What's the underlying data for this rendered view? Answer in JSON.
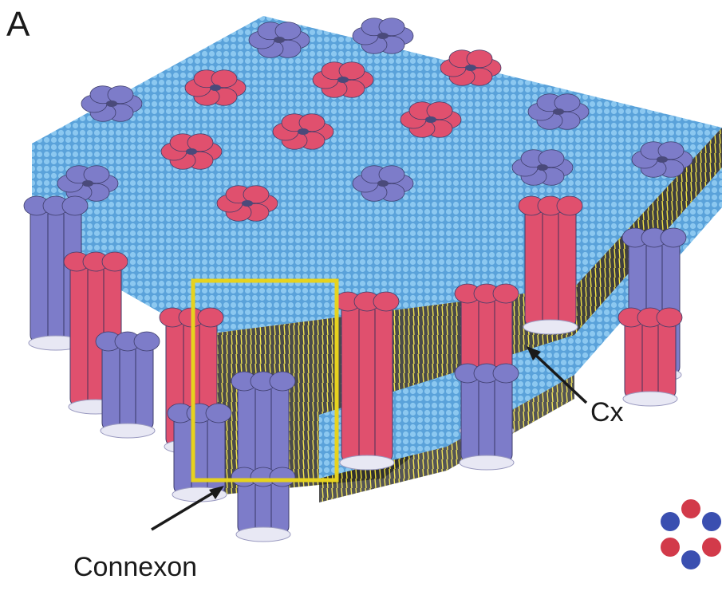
{
  "figure": {
    "panel_letter": "A",
    "labels": {
      "connexin": "Cx",
      "connexon": "Connexon"
    }
  },
  "colors": {
    "lipid_head": "#6fb3e6",
    "lipid_tail": "#e8d62a",
    "connexin_red": "#e0506e",
    "connexin_blue": "#7d7cc9",
    "highlight_box": "#e6d21e",
    "leader_line": "#1a1a1a"
  },
  "icons": [
    "membrane-bilayer",
    "connexon-channel",
    "connexon-rosette",
    "highlight-box",
    "arrow-leader"
  ]
}
